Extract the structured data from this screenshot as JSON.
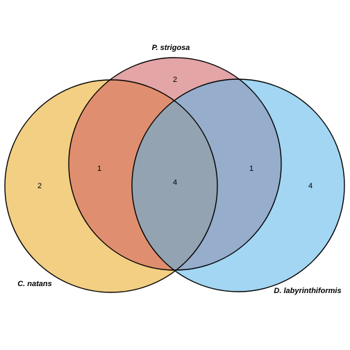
{
  "sets": [
    {
      "label": "C. natans",
      "color": "#E9A81E"
    },
    {
      "label": "P. strigosa",
      "color": "#CD5B5F"
    },
    {
      "label": "D. labyrinthiformis",
      "color": "#56B4E9"
    }
  ],
  "regions": {
    "c_only": "2",
    "p_only": "2",
    "d_only": "4",
    "c_p": "1",
    "p_d": "1",
    "c_p_d": "4"
  }
}
